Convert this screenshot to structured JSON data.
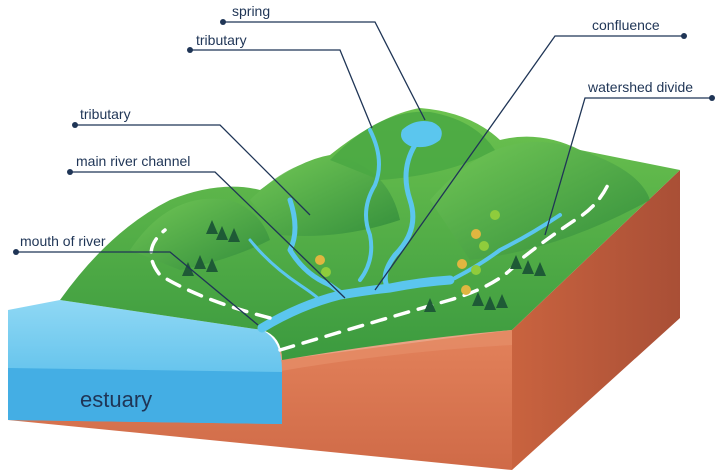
{
  "labels": {
    "spring": "spring",
    "tributary_upper": "tributary",
    "tributary_lower": "tributary",
    "main_river_channel": "main river channel",
    "mouth_of_river": "mouth of river",
    "confluence": "confluence",
    "watershed_divide": "watershed divide",
    "estuary": "estuary"
  },
  "colors": {
    "text": "#1f3556",
    "grass_light": "#5fb94a",
    "grass_dark": "#2e8b3c",
    "water": "#5bc6ee",
    "estuary_water": "#4fb9ea",
    "soil_top": "#e07b56",
    "soil_front": "#d6714d",
    "soil_side": "#b95a3e",
    "divide_line": "#ffffff"
  }
}
